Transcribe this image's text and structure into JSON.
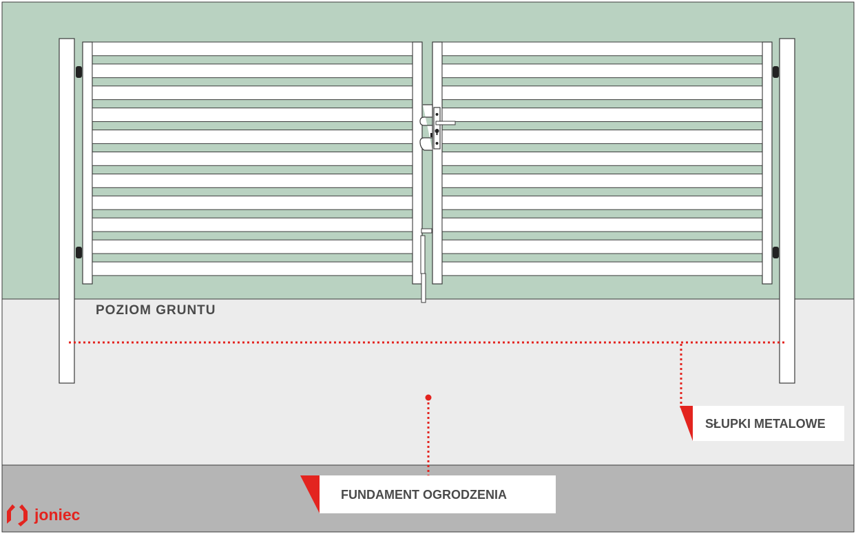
{
  "labels": {
    "ground_level": "POZIOM GRUNTU",
    "metal_posts": "SŁUPKI METALOWE",
    "fence_foundation": "FUNDAMENT OGRODZENIA"
  },
  "brand": {
    "name": "joniec",
    "logo_icon": "joniec-bracket-logo-icon"
  },
  "gate": {
    "leaves": 2,
    "slats_per_leaf": 11
  },
  "colors": {
    "sky": "#b9d2c1",
    "ground": "#ececec",
    "foundation": "#b5b5b5",
    "accent_red": "#e3241f",
    "outline": "#3a3a3a",
    "text": "#4a4a4a",
    "metal": "#ffffff"
  }
}
